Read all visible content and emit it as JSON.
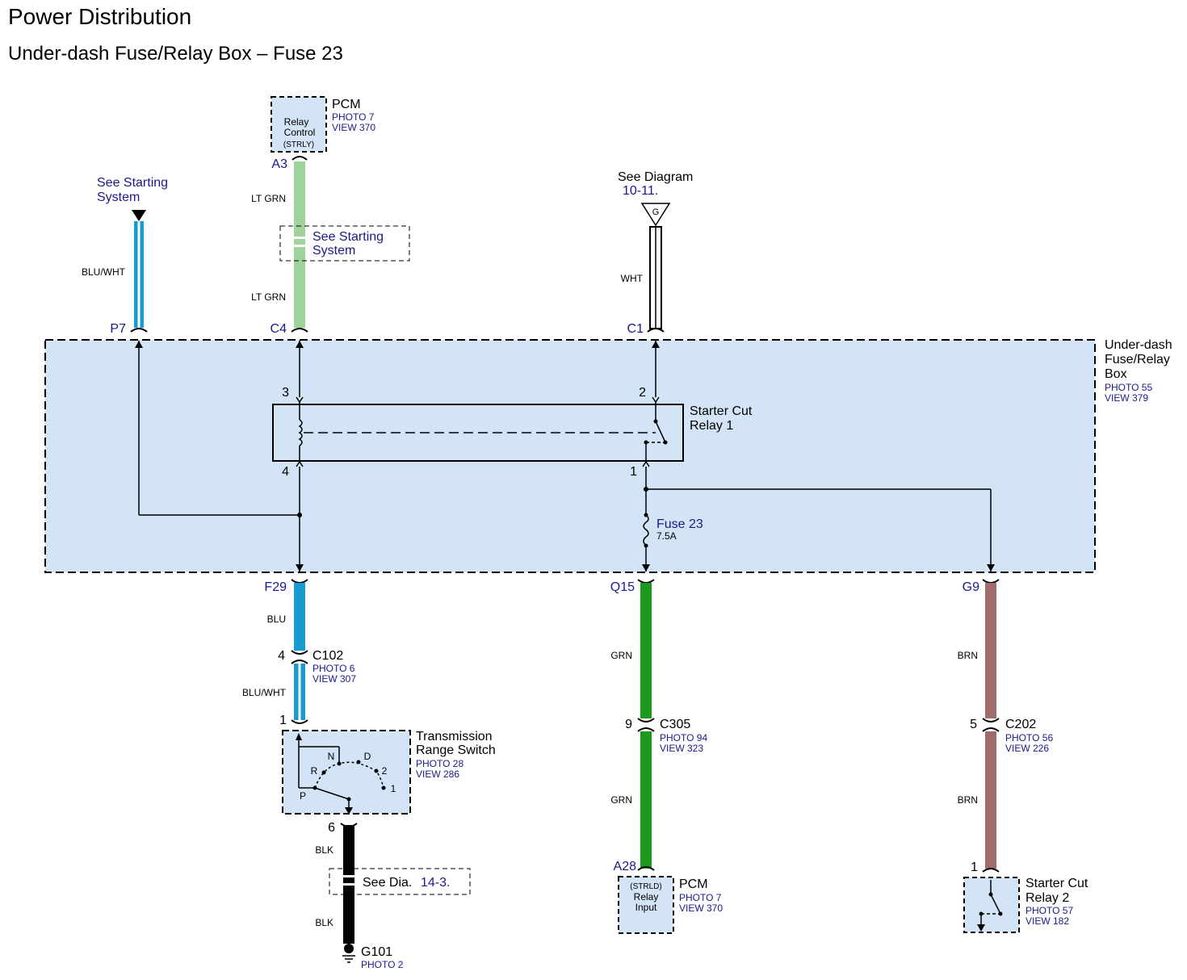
{
  "title": "Power Distribution",
  "subtitle": "Under-dash Fuse/Relay Box – Fuse 23",
  "colors": {
    "box_fill": "#d3e4f6",
    "ref_text": "#1a1a8c",
    "wire_lt_grn": "#9fd39b",
    "wire_blu": "#1a9ad3",
    "wire_blu_wht": "#1a9ad3",
    "wire_grn": "#1a9a1a",
    "wire_brn": "#a06b6b",
    "wire_blk": "#000000",
    "wire_wht": "#ffffff"
  },
  "main_box": {
    "name_line1": "Under-dash",
    "name_line2": "Fuse/Relay",
    "name_line3": "Box",
    "photo": "PHOTO 55",
    "view": "VIEW 379"
  },
  "relay1": {
    "name_line1": "Starter Cut",
    "name_line2": "Relay 1",
    "pin_3": "3",
    "pin_4": "4",
    "pin_2": "2",
    "pin_1": "1"
  },
  "fuse": {
    "name": "Fuse 23",
    "rating": "7.5A"
  },
  "pcm_top": {
    "name": "PCM",
    "photo": "PHOTO 7",
    "view": "VIEW 370",
    "inner_line1": "Relay",
    "inner_line2": "Control",
    "inner_line3": "(STRLY)",
    "pin": "A3"
  },
  "starting_ref_left": {
    "line1": "See Starting",
    "line2": "System"
  },
  "starting_ref_mid": {
    "line1": "See Starting",
    "line2": "System"
  },
  "see_diagram": {
    "text": "See Diagram",
    "ref": "10-11.",
    "symbol": "G"
  },
  "top_connectors": {
    "p7": "P7",
    "c4": "C4",
    "c1": "C1"
  },
  "bottom_connectors": {
    "f29": "F29",
    "q15": "Q15",
    "g9": "G9"
  },
  "wire_labels": {
    "blu_wht_top": "BLU/WHT",
    "lt_grn_1": "LT GRN",
    "lt_grn_2": "LT GRN",
    "wht": "WHT",
    "blu": "BLU",
    "blu_wht_bottom": "BLU/WHT",
    "blk_1": "BLK",
    "blk_2": "BLK",
    "grn_1": "GRN",
    "grn_2": "GRN",
    "brn_1": "BRN",
    "brn_2": "BRN"
  },
  "c102": {
    "name": "C102",
    "photo": "PHOTO 6",
    "view": "VIEW 307",
    "pin_top": "4",
    "pin_bottom": "1"
  },
  "c305": {
    "name": "C305",
    "photo": "PHOTO 94",
    "view": "VIEW 323",
    "pin": "9"
  },
  "c202": {
    "name": "C202",
    "photo": "PHOTO 56",
    "view": "VIEW 226",
    "pin": "5"
  },
  "trs": {
    "name_line1": "Transmission",
    "name_line2": "Range Switch",
    "photo": "PHOTO 28",
    "view": "VIEW 286",
    "pos_n": "N",
    "pos_d": "D",
    "pos_r": "R",
    "pos_2": "2",
    "pos_p": "P",
    "pos_1": "1",
    "pin_6": "6"
  },
  "see_dia": {
    "text": "See Dia.",
    "ref": "14-3."
  },
  "ground": {
    "name": "G101",
    "photo": "PHOTO 2"
  },
  "pcm_bottom": {
    "name": "PCM",
    "photo": "PHOTO 7",
    "view": "VIEW 370",
    "inner_line1": "(STRLD)",
    "inner_line2": "Relay",
    "inner_line3": "Input",
    "pin": "A28"
  },
  "relay2": {
    "name_line1": "Starter Cut",
    "name_line2": "Relay 2",
    "photo": "PHOTO 57",
    "view": "VIEW 182",
    "pin": "1"
  }
}
